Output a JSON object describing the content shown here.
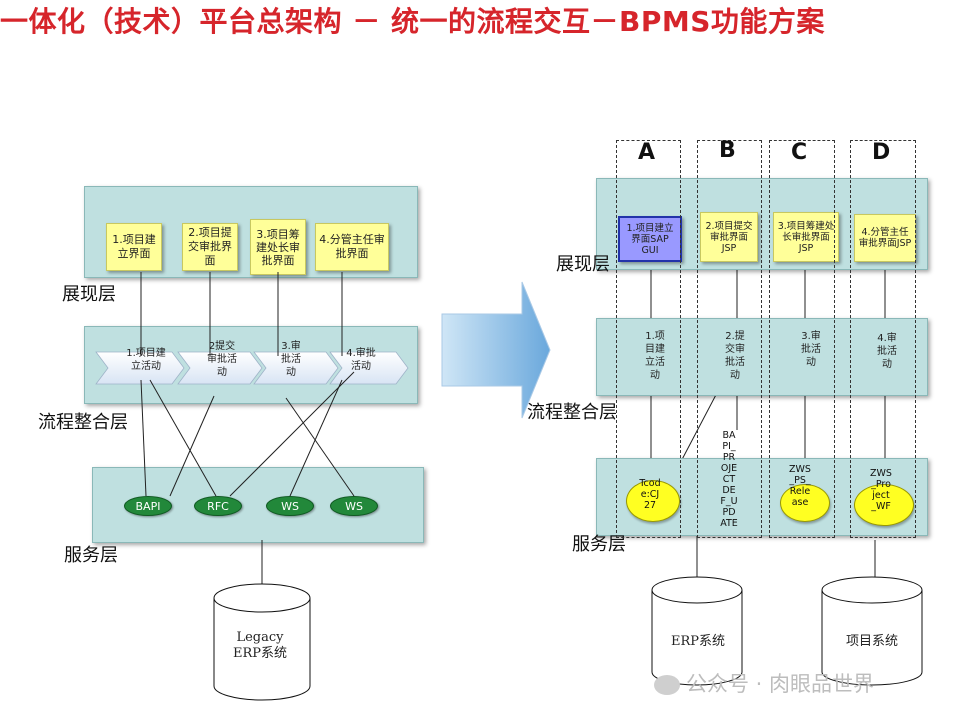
{
  "title": "一体化（技术）平台总架构 － 统一的流程交互－BPMS功能方案",
  "left": {
    "layers": {
      "presentation": "展现层",
      "process": "流程整合层",
      "service": "服务层"
    },
    "ui_boxes": [
      "1.项目建立界面",
      "2.项目提交审批界面",
      "3.项目筹建处长审批界面",
      "4.分管主任审批界面"
    ],
    "process_steps": [
      "1.项目建立活动",
      "2提交审批活动",
      "3.审批活动",
      "4.审批活动"
    ],
    "services": [
      "BAPI",
      "RFC",
      "WS",
      "WS"
    ],
    "database": "Legacy ERP系统"
  },
  "right": {
    "columns": [
      "A",
      "B",
      "C",
      "D"
    ],
    "layers": {
      "presentation": "展现层",
      "process": "流程整合层",
      "service": "服务层"
    },
    "ui_boxes": [
      "1.项目建立界面SAP GUI",
      "2.项目提交审批界面JSP",
      "3.项目筹建处长审批界面JSP",
      "4.分管主任审批界面JSP"
    ],
    "process_steps": [
      "1.项目建立活动",
      "2.提交审批活动",
      "3.审批活动",
      "4.审批活动"
    ],
    "services": [
      "Tcode:CJ27",
      "BAPI_PROJECTDEF_UPDATE",
      "ZWS_PS_Release",
      "ZWS_Project_WF"
    ],
    "databases": [
      "ERP系统",
      "项目系统"
    ]
  },
  "watermark": "公众号 · 肉眼品世界",
  "colors": {
    "title": "#d6252b",
    "band": "#bfe0e0",
    "ui_box": "#ffff99",
    "service_oval": "#22883a",
    "service_yellow": "#ffff22",
    "selected_box": "#9999ff"
  }
}
